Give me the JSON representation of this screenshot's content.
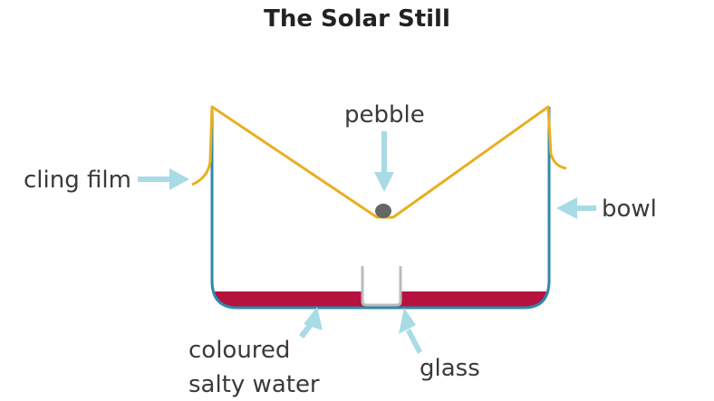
{
  "title": "The Solar Still",
  "labels": {
    "pebble": "pebble",
    "cling_film": "cling film",
    "bowl": "bowl",
    "water_line1": "coloured",
    "water_line2": "salty water",
    "glass": "glass"
  },
  "colors": {
    "cling_film": "#e8b020",
    "bowl": "#2f89a8",
    "water": "#b5123f",
    "pebble": "#666666",
    "arrow": "#a8dbe6",
    "glass": "#bbbbbb"
  }
}
